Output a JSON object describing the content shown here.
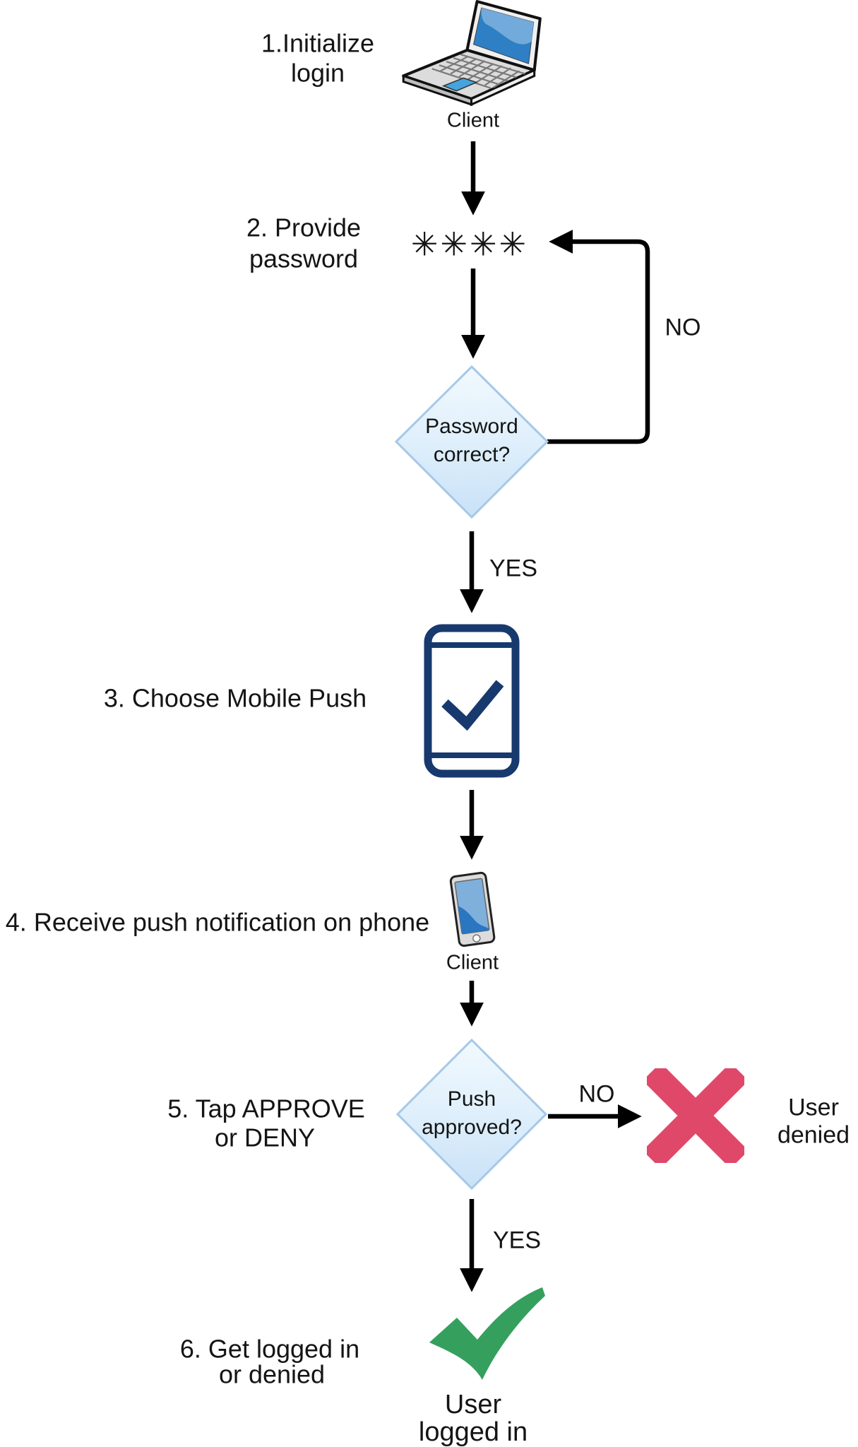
{
  "flowchart": {
    "colors": {
      "background": "#ffffff",
      "text": "#141414",
      "arrow": "#000000",
      "decision_fill_top": "#f2f9fe",
      "decision_fill_bottom": "#c9e1f7",
      "decision_border": "#a6c8e8",
      "laptop_screen": "#2e7fc4",
      "laptop_screen_light": "#71aadb",
      "laptop_body": "#dcdcdc",
      "phone_outline_navy": "#17396e",
      "deny_x": "#e0486a",
      "success_check": "#35a05e"
    },
    "icons": {
      "client_laptop": "laptop-icon",
      "password_mask": "asterisks-mask",
      "mobile_push": "phone-check-icon",
      "client_phone": "smartphone-icon",
      "denied": "x-cross-icon",
      "logged_in": "check-mark-icon"
    },
    "steps": {
      "step1": {
        "line1": "1.Initialize",
        "line2": "login"
      },
      "step2": {
        "line1": "2. Provide",
        "line2": "password"
      },
      "step3": {
        "line1": "3. Choose Mobile Push"
      },
      "step4": {
        "line1": "4. Receive push notification on phone"
      },
      "step5": {
        "line1": "5. Tap APPROVE",
        "line2": "or DENY"
      },
      "step6": {
        "line1": "6. Get logged in",
        "line2": "or denied"
      }
    },
    "nodes": {
      "client_laptop": {
        "caption": "Client"
      },
      "password_mask": "✳✳✳✳",
      "decision1": {
        "line1": "Password",
        "line2": "correct?"
      },
      "client_phone": {
        "caption": "Client"
      },
      "decision2": {
        "line1": "Push",
        "line2": "approved?"
      },
      "outcome_denied": {
        "line1": "User",
        "line2": "denied"
      },
      "outcome_logged_in": {
        "line1": "User",
        "line2": "logged in"
      }
    },
    "edge_labels": {
      "no1": "NO",
      "yes1": "YES",
      "no2": "NO",
      "yes2": "YES"
    }
  }
}
